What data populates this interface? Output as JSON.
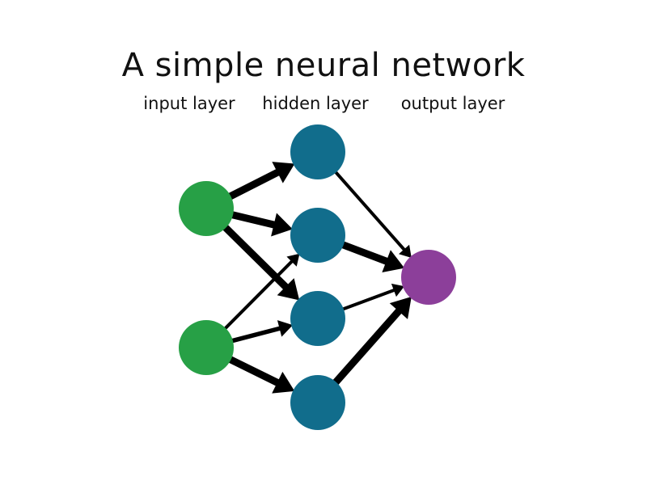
{
  "diagram": {
    "title": "A simple neural network",
    "layers": [
      {
        "id": "input",
        "label": "input layer",
        "color": "#27a046",
        "nodes": 2
      },
      {
        "id": "hidden",
        "label": "hidden layer",
        "color": "#116d8c",
        "nodes": 4
      },
      {
        "id": "output",
        "label": "output layer",
        "color": "#8c3f9a",
        "nodes": 1
      }
    ],
    "edge_color": "#000000",
    "edges": [
      {
        "from": "input-1",
        "to": "hidden-1",
        "weight": "heavy"
      },
      {
        "from": "input-1",
        "to": "hidden-2",
        "weight": "heavy"
      },
      {
        "from": "input-1",
        "to": "hidden-3",
        "weight": "heavy"
      },
      {
        "from": "input-2",
        "to": "hidden-2",
        "weight": "light"
      },
      {
        "from": "input-2",
        "to": "hidden-3",
        "weight": "medium"
      },
      {
        "from": "input-2",
        "to": "hidden-4",
        "weight": "heavy"
      },
      {
        "from": "hidden-1",
        "to": "output-1",
        "weight": "light"
      },
      {
        "from": "hidden-2",
        "to": "output-1",
        "weight": "heavy"
      },
      {
        "from": "hidden-3",
        "to": "output-1",
        "weight": "light"
      },
      {
        "from": "hidden-4",
        "to": "output-1",
        "weight": "heavy"
      }
    ]
  }
}
